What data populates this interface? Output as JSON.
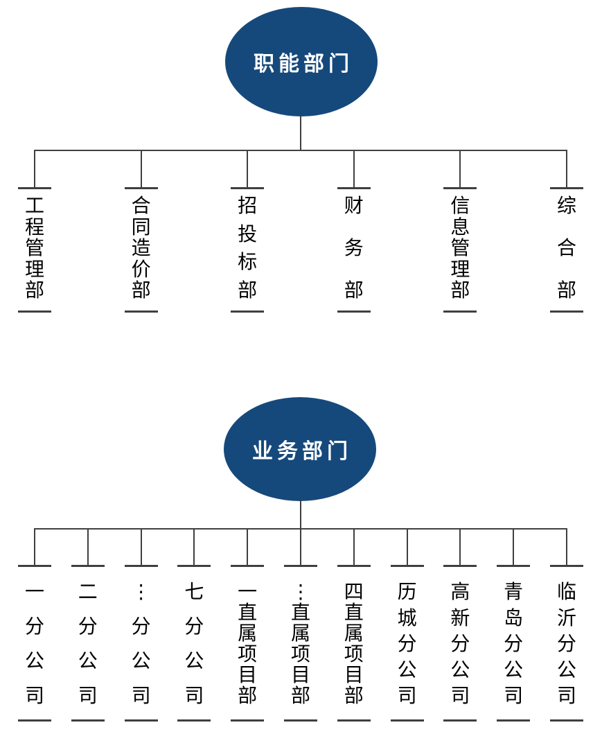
{
  "colors": {
    "node_fill": "#16497B",
    "node_text": "#ffffff",
    "line": "#3f3f3f",
    "label_text": "#000000",
    "page_bg": "#ffffff"
  },
  "sections": [
    {
      "title": "职能部门",
      "children": [
        "工程管理部",
        "合同造价部",
        "招投标部",
        "财务部",
        "信息管理部",
        "综合部"
      ]
    },
    {
      "title": "业务部门",
      "children": [
        "一分公司",
        "二分公司",
        "⋮分公司",
        "七分公司",
        "一直属项目部",
        "⋮直属项目部",
        "四直属项目部",
        "历城分公司",
        "高新分公司",
        "青岛分公司",
        "临沂分公司"
      ]
    }
  ]
}
